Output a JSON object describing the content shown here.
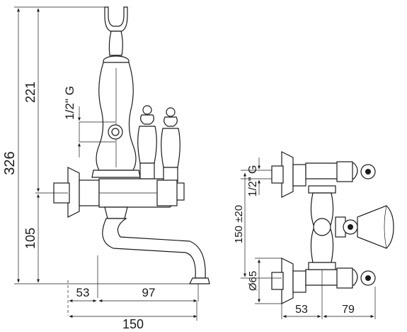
{
  "front_view": {
    "height_total": "326",
    "height_upper": "221",
    "height_spout": "105",
    "inlet_thread": "1/2\" G",
    "width_offset": "53",
    "width_spout": "97",
    "width_total": "150"
  },
  "side_view": {
    "inlet_thread": "1/2\" G",
    "centers": "150 ±20",
    "rosette_diameter": "Ø65",
    "depth_offset": "53",
    "depth_handle": "79"
  }
}
